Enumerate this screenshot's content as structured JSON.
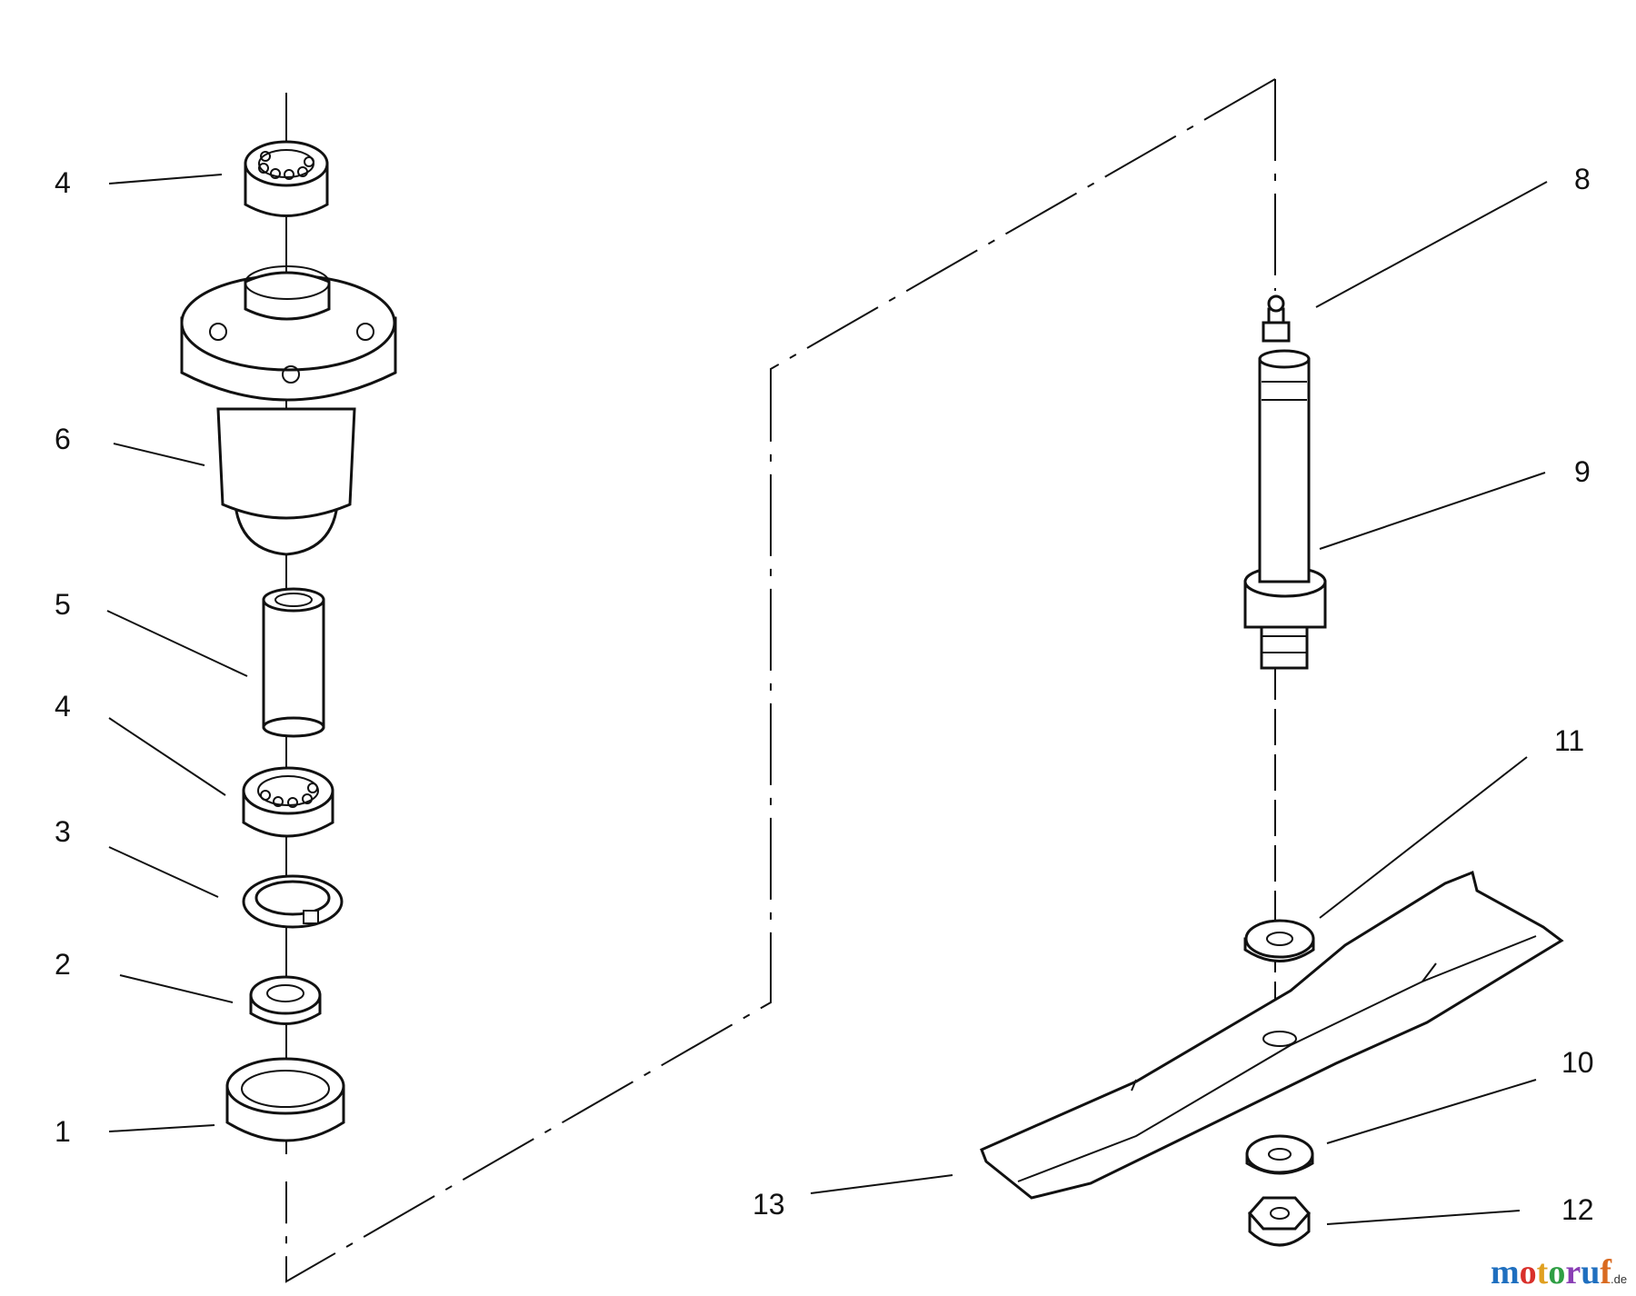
{
  "labels": {
    "l4a": "4",
    "l6": "6",
    "l5": "5",
    "l4b": "4",
    "l3": "3",
    "l2": "2",
    "l1": "1",
    "l8": "8",
    "l9": "9",
    "l11": "11",
    "l10": "10",
    "l13": "13",
    "l12": "12"
  },
  "watermark": {
    "letters": [
      "m",
      "o",
      "t",
      "o",
      "r",
      "u",
      "f"
    ],
    "colors": [
      "#1f6fbf",
      "#d9302b",
      "#e0a020",
      "#2f9e44",
      "#8a3fb5",
      "#1f6fbf",
      "#d96a20"
    ],
    "suffix": ".de"
  }
}
